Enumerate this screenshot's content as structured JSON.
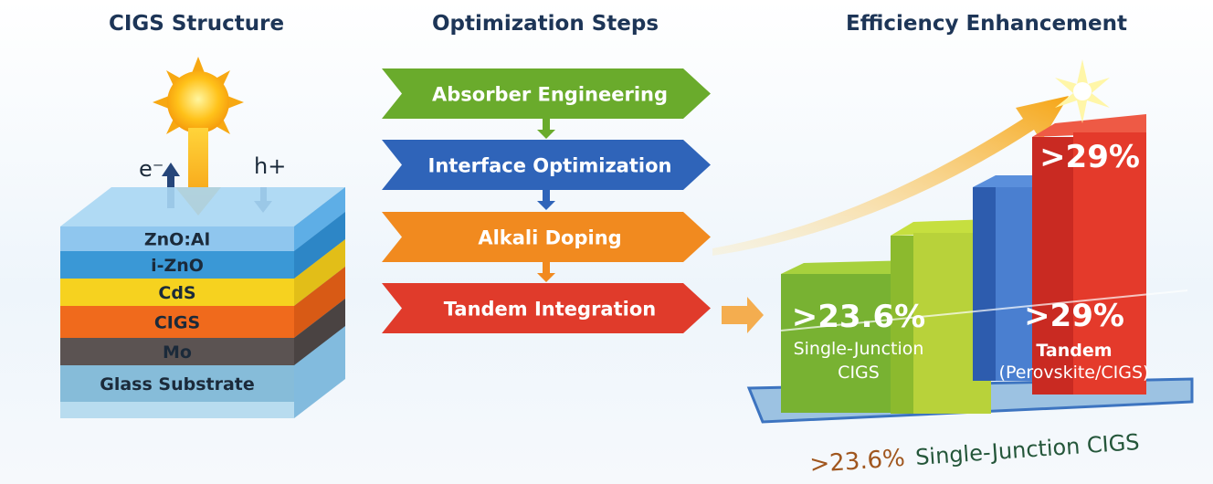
{
  "titles": {
    "structure": "CIGS Structure",
    "steps": "Optimization Steps",
    "efficiency": "Efficiency Enhancement"
  },
  "carriers": {
    "electron": "e⁻",
    "hole": "h+"
  },
  "layers": [
    {
      "label": "ZnO:Al",
      "color": "#8fc6ee"
    },
    {
      "label": "i-ZnO",
      "color": "#3a98d6"
    },
    {
      "label": "CdS",
      "color": "#f6d21f"
    },
    {
      "label": "CIGS",
      "color": "#f06a1c"
    },
    {
      "label": "Mo",
      "color": "#5b5352"
    },
    {
      "label": "Glass Substrate",
      "color": "#86bcd9"
    }
  ],
  "steps": [
    {
      "label": "Absorber Engineering",
      "color": "#6aab2c"
    },
    {
      "label": "Interface Optimization",
      "color": "#2f64b9"
    },
    {
      "label": "Alkali Doping",
      "color": "#f18a1f"
    },
    {
      "label": "Tandem Integration",
      "color": "#e03b2b"
    }
  ],
  "bars": {
    "top_value": ">29%",
    "single": {
      "value": ">23.6%",
      "line1": "Single-Junction",
      "line2": "CIGS"
    },
    "tandem": {
      "value": ">29%",
      "line1": "Tandem",
      "line2": "(Perovskite/CIGS)"
    }
  },
  "caption": {
    "value": ">23.6%",
    "text": "Single-Junction CIGS"
  }
}
